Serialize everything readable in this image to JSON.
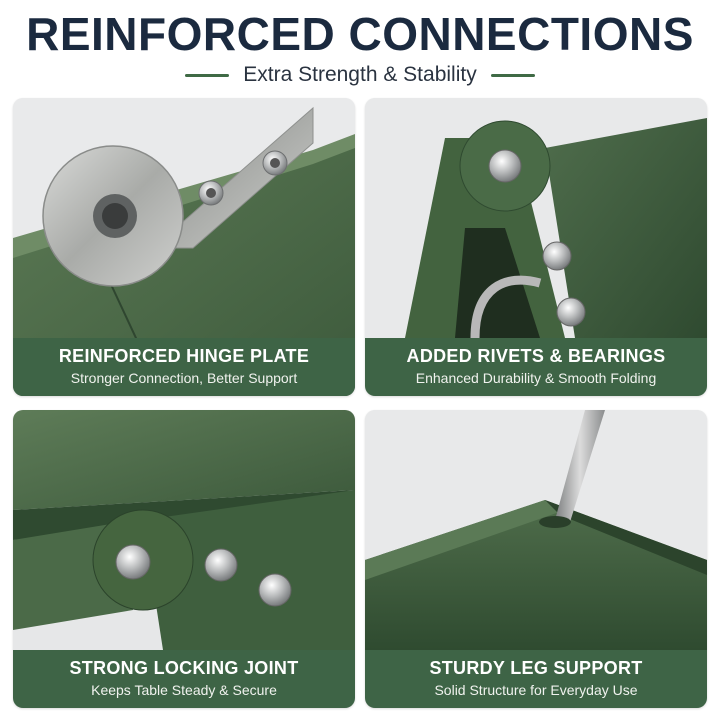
{
  "header": {
    "title": "REINFORCED CONNECTIONS",
    "subtitle": "Extra Strength & Stability"
  },
  "panels": [
    {
      "title": "REINFORCED HINGE PLATE",
      "subtitle": "Stronger Connection, Better Support"
    },
    {
      "title": "ADDED RIVETS & BEARINGS",
      "subtitle": "Enhanced Durability & Smooth Folding"
    },
    {
      "title": "STRONG LOCKING JOINT",
      "subtitle": "Keeps Table Steady & Secure"
    },
    {
      "title": "STURDY LEG SUPPORT",
      "subtitle": "Solid Structure for Everyday Use"
    }
  ],
  "colors": {
    "title": "#1b2a3f",
    "accent_green": "#3e6446",
    "metal_green": "#3f5f3f"
  }
}
